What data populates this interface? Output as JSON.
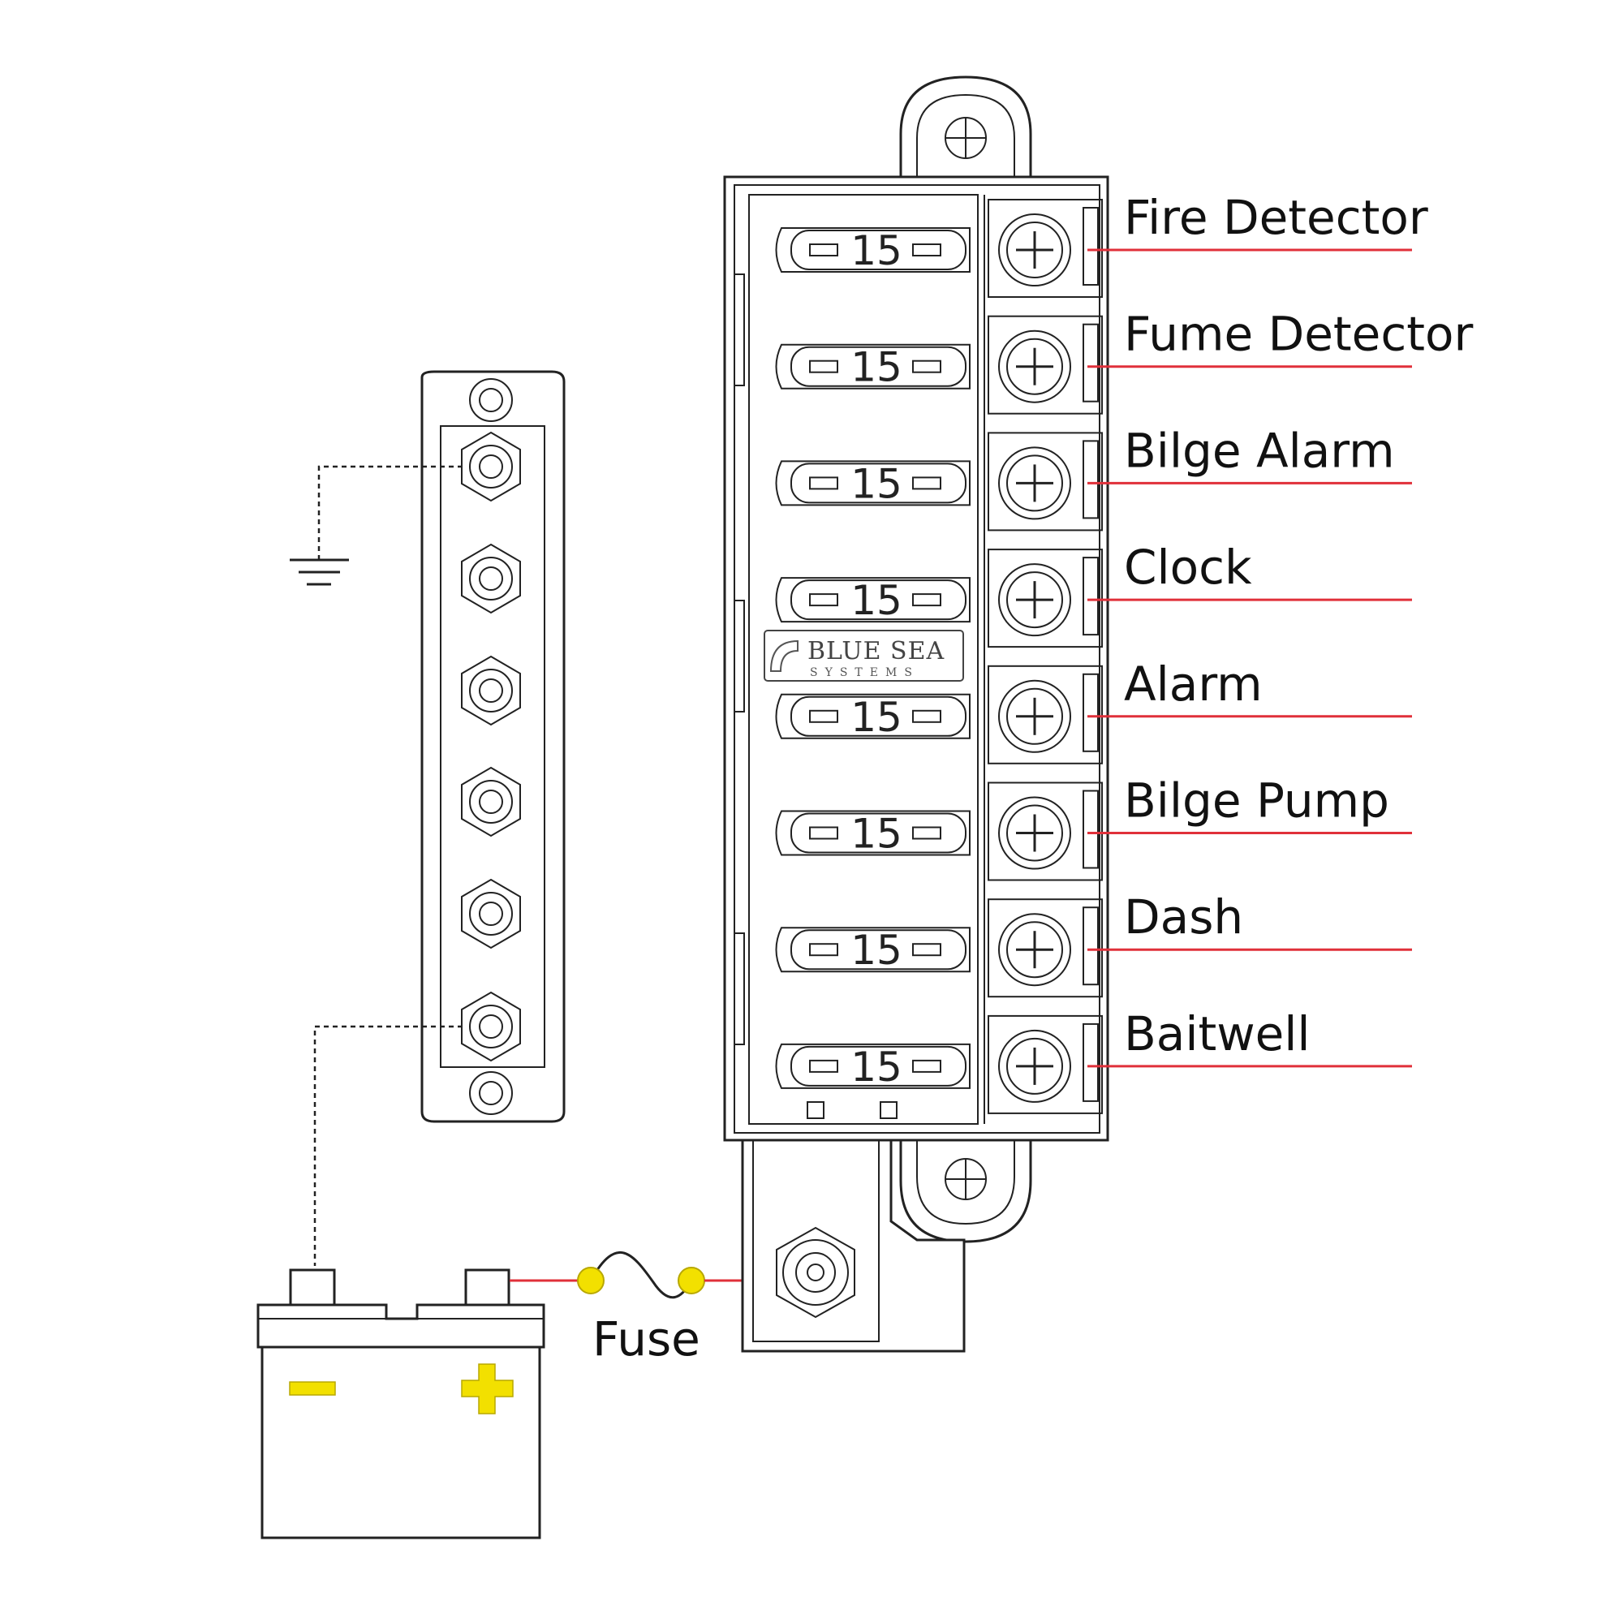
{
  "colors": {
    "circuit_wire": "#e0303a",
    "fuse_node": "#f2e000",
    "battery_symbol": "#f2e000",
    "outline": "#222222"
  },
  "fuse_block": {
    "brand": "BLUE SEA",
    "brand_sub": "SYSTEMS",
    "fuses": [
      {
        "rating": "15"
      },
      {
        "rating": "15"
      },
      {
        "rating": "15"
      },
      {
        "rating": "15"
      },
      {
        "rating": "15"
      },
      {
        "rating": "15"
      },
      {
        "rating": "15"
      },
      {
        "rating": "15"
      }
    ]
  },
  "circuits": [
    {
      "label": "Fire Detector"
    },
    {
      "label": "Fume Detector"
    },
    {
      "label": "Bilge Alarm"
    },
    {
      "label": "Clock"
    },
    {
      "label": "Alarm"
    },
    {
      "label": "Bilge Pump"
    },
    {
      "label": "Dash"
    },
    {
      "label": "Baitwell"
    }
  ],
  "supply": {
    "fuse_label": "Fuse"
  },
  "icons": {
    "ground": "ground-icon",
    "battery_negative": "minus-icon",
    "battery_positive": "plus-icon"
  }
}
